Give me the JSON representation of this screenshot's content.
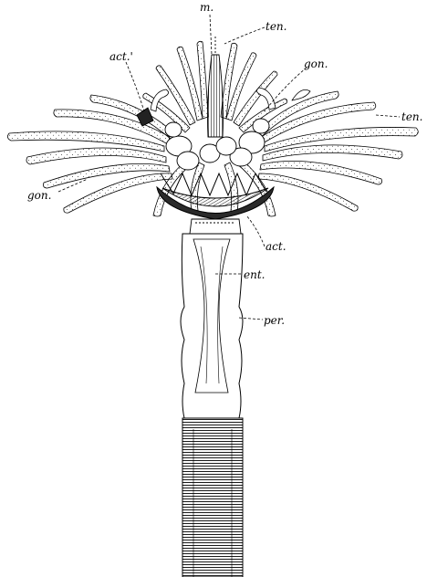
{
  "labels": {
    "m": "m.",
    "ten_top": "ten.",
    "act_prime": "act.'",
    "gon_right": "gon.",
    "ten_right": "ten.",
    "gon_left": "gon.",
    "act": "act.",
    "ent": "ent.",
    "per": "per."
  },
  "colors": {
    "ink": "#000000",
    "paper": "#ffffff",
    "stipple": "#444444"
  }
}
